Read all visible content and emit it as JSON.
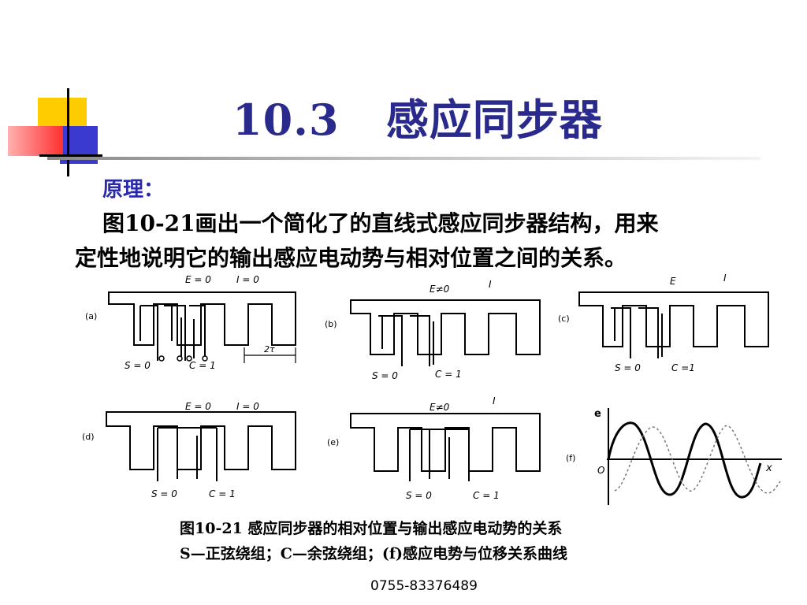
{
  "slide": {
    "title": "10.3   感应同步器",
    "principle_label": "原理：",
    "paragraph_line1": "图10-21画出一个简化了的直线式感应同步器结构，用来",
    "paragraph_line2": "定性地说明它的输出感应电动势与相对位置之间的关系。",
    "caption_line1": "图10-21  感应同步器的相对位置与输出感应电动势的关系",
    "caption_line2": "S—正弦绕组；C—余弦绕组；(f)感应电势与位移关系曲线",
    "footer_phone": "0755-83376489"
  },
  "figure": {
    "panels": [
      {
        "id": "(a)",
        "top_label_left": "E = 0",
        "top_label_right": "I = 0",
        "bottom_left": "S = 0",
        "bottom_right": "C = 1",
        "dimension": "2τ"
      },
      {
        "id": "(b)",
        "top_label_left": "E≠0",
        "top_label_right": "I",
        "bottom_left": "S = 0",
        "bottom_right": "C = 1"
      },
      {
        "id": "(c)",
        "top_label_left": "E",
        "top_label_right": "I",
        "bottom_left": "S = 0",
        "bottom_right": "C =1"
      },
      {
        "id": "(d)",
        "top_label_left": "E = 0",
        "top_label_right": "I = 0",
        "bottom_left": "S = 0",
        "bottom_right": "C = 1"
      },
      {
        "id": "(e)",
        "top_label_left": "E≠0",
        "top_label_right": "I",
        "bottom_left": "S = 0",
        "bottom_right": "C = 1"
      },
      {
        "id": "(f)",
        "y_label": "e",
        "x_label": "x",
        "origin": "O"
      }
    ]
  },
  "colors": {
    "title": "#2a2a8c",
    "accent_yellow": "#ffcc00",
    "accent_blue": "#3a3ad0",
    "accent_red": "#ff4040"
  }
}
